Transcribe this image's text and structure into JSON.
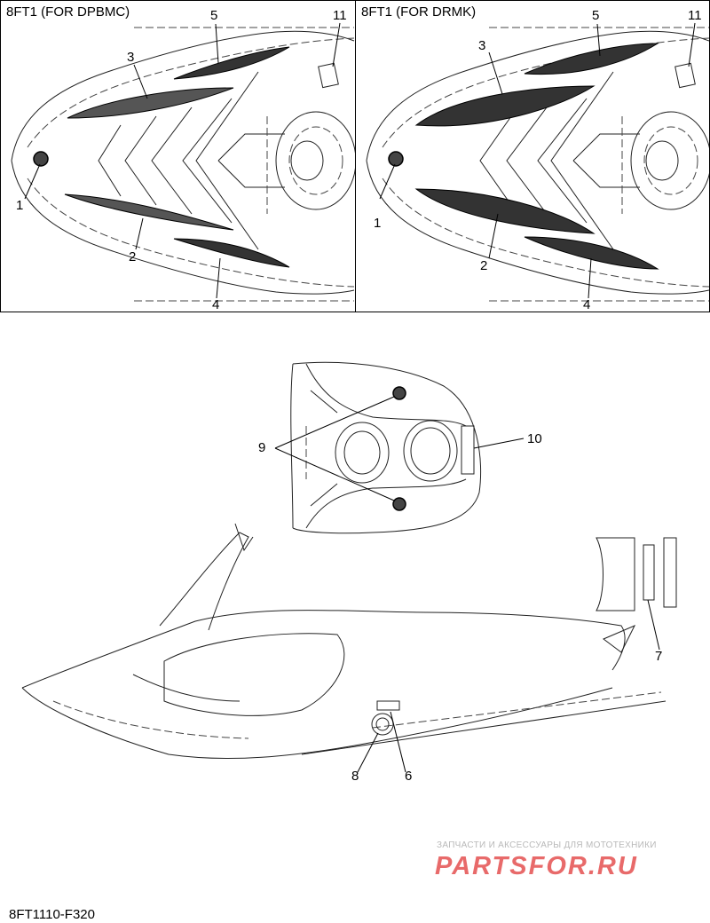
{
  "panels": [
    {
      "title": "8FT1 (FOR DPBMC)",
      "callouts": {
        "c1": "1",
        "c2": "2",
        "c3": "3",
        "c4": "4",
        "c5": "5",
        "c11": "11"
      }
    },
    {
      "title": "8FT1 (FOR DRMK)",
      "callouts": {
        "c1": "1",
        "c2": "2",
        "c3": "3",
        "c4": "4",
        "c5": "5",
        "c11": "11"
      }
    }
  ],
  "main_callouts": {
    "c6": "6",
    "c7": "7",
    "c8": "8",
    "c9": "9",
    "c10": "10"
  },
  "watermark": {
    "tagline": "ЗАПЧАСТИ И АКСЕССУАРЫ ДЛЯ МОТОТЕХНИКИ",
    "logo": "PARTSFOR.RU"
  },
  "figure_code": "8FT1110-F320"
}
